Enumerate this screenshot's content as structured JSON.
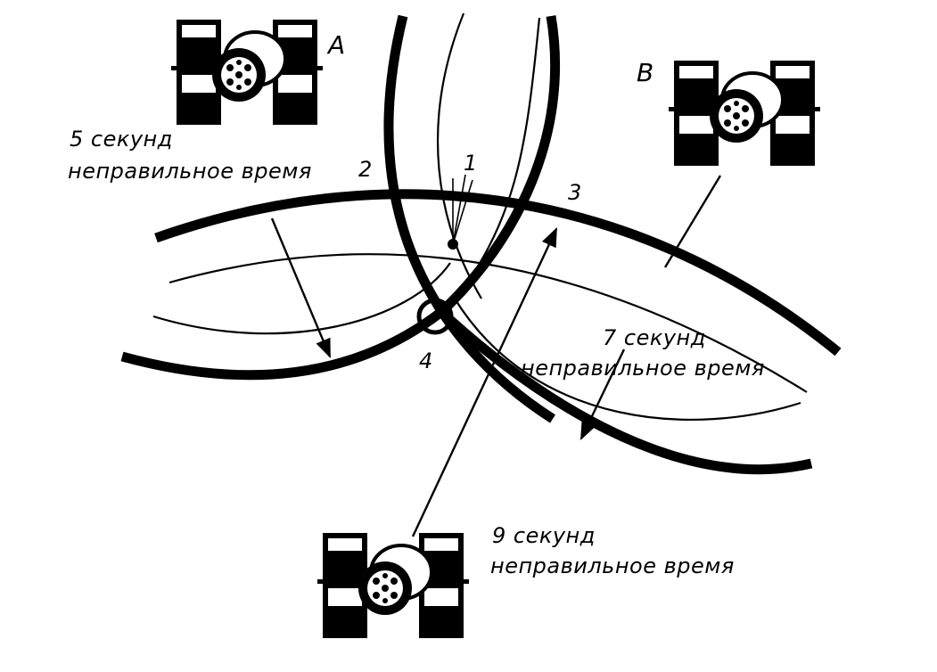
{
  "satellites": {
    "a": {
      "letter": "A",
      "line1": "5 секунд",
      "line2": "неправильное время"
    },
    "b": {
      "letter": "B",
      "line1": "7 секунд",
      "line2": "неправильное время"
    },
    "c": {
      "line1": "9 секунд",
      "line2": "неправильное время"
    }
  },
  "points": {
    "p1": "1",
    "p2": "2",
    "p3": "3",
    "p4": "4"
  },
  "colors": {
    "ink": "#000000",
    "paper": "#ffffff"
  }
}
